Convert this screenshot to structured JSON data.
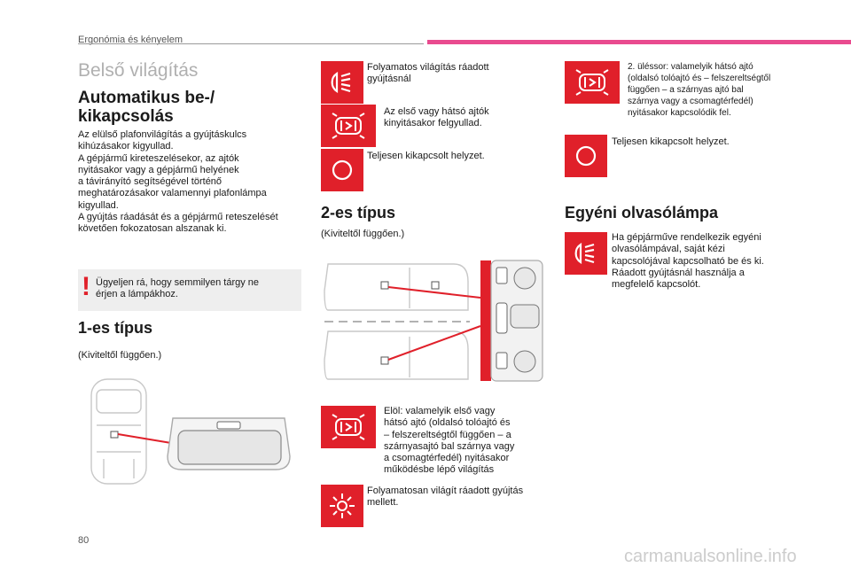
{
  "header": {
    "section": "Ergonómia és kényelem",
    "accent": "#e94b8f"
  },
  "page_title": "Belső világítás",
  "auto": {
    "heading": "Automatikus be-/ kikapcsolás",
    "lines": [
      "Az elülső plafonvilágítás a gyújtáskulcs",
      "kihúzásakor kigyullad.",
      "A gépjármű kireteszelésekor, az ajtók",
      "nyitásakor vagy a gépjármű helyének",
      "a távirányító segítségével történő",
      "meghatározásakor valamennyi plafonlámpa",
      "kigyullad.",
      "A gyújtás ráadását és a gépjármű reteszelését",
      "követően fokozatosan alszanak ki."
    ]
  },
  "warning": {
    "mark": "!",
    "lines": [
      "Ügyeljen rá, hogy semmilyen tárgy ne",
      "érjen a lámpákhoz."
    ]
  },
  "type1": {
    "heading": "1-es típus",
    "sub": "(Kiviteltől függően.)"
  },
  "col2_top": [
    {
      "icon": "constant-light-icon",
      "lines": [
        "Folyamatos világítás ráadott",
        "gyújtásnál"
      ]
    },
    {
      "icon": "door-light-icon",
      "lines": [
        "Az első vagy hátsó ajtók",
        "kinyitásakor felgyullad."
      ]
    },
    {
      "icon": "off-icon",
      "lines": [
        "Teljesen kikapcsolt helyzet."
      ]
    }
  ],
  "type2": {
    "heading": "2-es típus",
    "sub": "(Kiviteltől függően.)"
  },
  "col2_bottom": [
    {
      "icon": "door-light-icon",
      "lines": [
        "Elöl: valamelyik első vagy",
        "hátsó ajtó (oldalsó tolóajtó és",
        "– felszereltségtől függően – a",
        "szárnyasajtó bal szárnya vagy",
        "a csomagtérfedél) nyitásakor",
        "működésbe lépő világítás"
      ]
    },
    {
      "icon": "sun-light-icon",
      "lines": [
        "Folyamatosan világít ráadott gyújtás",
        "mellett."
      ]
    }
  ],
  "col3_top": [
    {
      "icon": "door-light-icon",
      "lines": [
        "2. üléssor: valamelyik hátsó ajtó",
        "(oldalsó tolóajtó és – felszereltségtől",
        "függően – a szárnyas ajtó bal",
        "szárnya vagy a csomagtérfedél)",
        "nyitásakor kapcsolódik fel."
      ]
    },
    {
      "icon": "off-icon",
      "lines": [
        "Teljesen kikapcsolt helyzet."
      ]
    }
  ],
  "reading": {
    "heading": "Egyéni olvasólámpa",
    "icon": "constant-light-icon",
    "lines": [
      "Ha gépjárműve rendelkezik egyéni",
      "olvasólámpával, saját kézi",
      "kapcsolójával kapcsolható be és ki.",
      "Ráadott gyújtásnál használja a",
      "megfelelő kapcsolót."
    ]
  },
  "page_number": "80",
  "watermark": "carmanualsonline.info"
}
